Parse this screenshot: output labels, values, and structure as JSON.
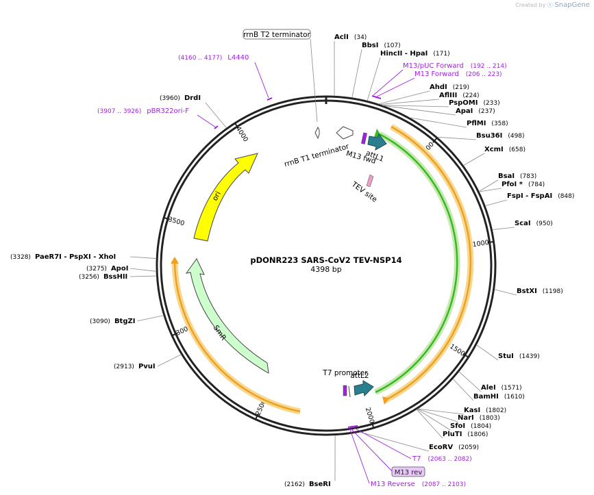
{
  "credit": {
    "prefix": "Created by",
    "brand": "SnapGene"
  },
  "plasmid": {
    "name": "pDONR223 SARS-CoV2 TEV-NSP14",
    "length_label": "4398 bp",
    "length": 4398
  },
  "ticks": [
    "500",
    "1000",
    "1500",
    "2000",
    "2500",
    "3000",
    "3500",
    "4000"
  ],
  "sites": [
    {
      "name": "AclI",
      "pos": "(34)"
    },
    {
      "name": "BbsI",
      "pos": "(107)"
    },
    {
      "name": "HincII  - HpaI",
      "pos": "(171)"
    },
    {
      "name": "AhdI",
      "pos": "(219)"
    },
    {
      "name": "AflIII",
      "pos": "(224)"
    },
    {
      "name": "PspOMI",
      "pos": "(233)"
    },
    {
      "name": "ApaI",
      "pos": "(237)"
    },
    {
      "name": "PflMI",
      "pos": "(358)"
    },
    {
      "name": "Bsu36I",
      "pos": "(498)"
    },
    {
      "name": "XcmI",
      "pos": "(658)"
    },
    {
      "name": "BsaI",
      "pos": "(783)"
    },
    {
      "name": "PfoI *",
      "pos": "(784)"
    },
    {
      "name": "FspI  - FspAI",
      "pos": "(848)"
    },
    {
      "name": "ScaI",
      "pos": "(950)"
    },
    {
      "name": "BstXI",
      "pos": "(1198)"
    },
    {
      "name": "StuI",
      "pos": "(1439)"
    },
    {
      "name": "AleI",
      "pos": "(1571)"
    },
    {
      "name": "BamHI",
      "pos": "(1610)"
    },
    {
      "name": "KasI",
      "pos": "(1802)"
    },
    {
      "name": "NarI",
      "pos": "(1803)"
    },
    {
      "name": "SfoI",
      "pos": "(1804)"
    },
    {
      "name": "PluTI",
      "pos": "(1806)"
    },
    {
      "name": "EcoRV",
      "pos": "(2059)"
    },
    {
      "name": "BseRI",
      "pos": "(2162)"
    },
    {
      "name": "BtgZI",
      "pos": "(3090)"
    },
    {
      "name": "PvuI",
      "pos": "(2913)"
    },
    {
      "name": "BssHII",
      "pos": "(3256)"
    },
    {
      "name": "ApoI",
      "pos": "(3275)"
    },
    {
      "name": "PaeR7I  - PspXI  - XhoI",
      "pos": "(3328)"
    },
    {
      "name": "DrdI",
      "pos": "(3960)"
    }
  ],
  "primers": [
    {
      "name": "L4440",
      "range": "(4160 .. 4177)"
    },
    {
      "name": "pBR322ori-F",
      "range": "(3907 .. 3926)"
    },
    {
      "name": "M13/pUC Forward",
      "range": "(192 .. 214)"
    },
    {
      "name": "M13 Forward",
      "range": "(206 .. 223)"
    },
    {
      "name": "T7",
      "range": "(2063 .. 2082)"
    },
    {
      "name": "M13 rev",
      "range": ""
    },
    {
      "name": "M13 Reverse",
      "range": "(2087 .. 2103)"
    }
  ],
  "features": {
    "rrnb_t2": "rrnB T2 terminator",
    "rrnb_t1": "rrnB T1 terminator",
    "m13_fwd": "M13 fwd",
    "attl1": "attL1",
    "tev": "TEV site",
    "ori": "ori",
    "smr": "SmR",
    "t7_promoter": "T7 promoter",
    "attl2": "attL2"
  },
  "colors": {
    "backbone": "#222222",
    "orf": "#f0a020",
    "orf_glow": "#f7d890",
    "nsp14": "#33bb22",
    "ori": "#ffff00",
    "smr": "#ccffcc",
    "att": "#2a7f8f",
    "primer": "#a020e0",
    "primer_bg": "#e8c8f8",
    "tev": "#e8a0c8"
  }
}
